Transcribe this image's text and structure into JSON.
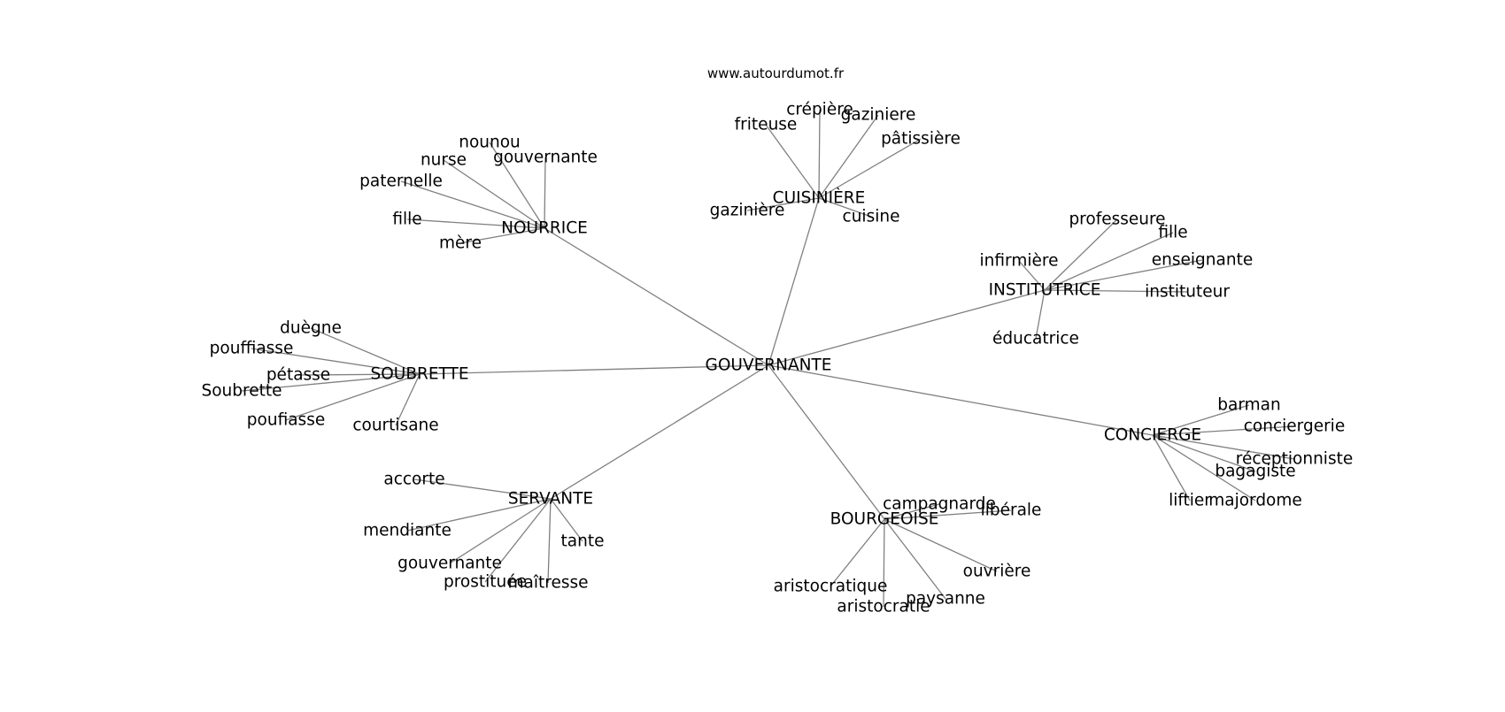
{
  "site_url": "www.autourdumot.fr",
  "colors": {
    "edge": "#808080",
    "text": "#000000",
    "background": "#ffffff"
  },
  "graph": {
    "center": "GOUVERNANTE",
    "clusters": [
      {
        "hub": "NOURRICE",
        "leaves": [
          "nounou",
          "nurse",
          "gouvernante",
          "paternelle",
          "fille",
          "mère"
        ]
      },
      {
        "hub": "CUISINIÈRE",
        "leaves": [
          "crépière",
          "friteuse",
          "gaziniere",
          "pâtissière",
          "gazinière",
          "cuisine"
        ]
      },
      {
        "hub": "INSTITUTRICE",
        "leaves": [
          "professeure",
          "fille",
          "infirmière",
          "enseignante",
          "instituteur",
          "éducatrice"
        ]
      },
      {
        "hub": "SOUBRETTE",
        "leaves": [
          "duègne",
          "pouffiasse",
          "pétasse",
          "Soubrette",
          "poufiasse",
          "courtisane"
        ]
      },
      {
        "hub": "CONCIERGE",
        "leaves": [
          "barman",
          "conciergerie",
          "réceptionniste",
          "bagagiste",
          "liftier",
          "majordome"
        ]
      },
      {
        "hub": "SERVANTE",
        "leaves": [
          "accorte",
          "tante",
          "mendiante",
          "gouvernante",
          "prostituée",
          "maîtresse"
        ]
      },
      {
        "hub": "BOURGEOISE",
        "leaves": [
          "campagnarde",
          "libérale",
          "ouvrière",
          "aristocratique",
          "paysanne",
          "aristocratie"
        ]
      }
    ]
  }
}
